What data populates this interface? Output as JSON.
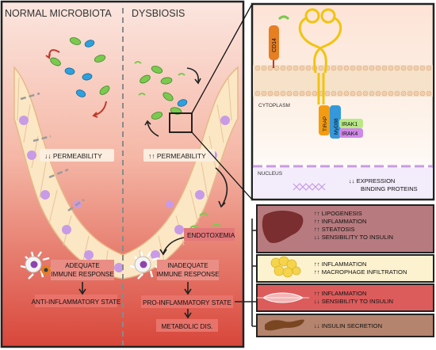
{
  "left_panel": {
    "header_normal": "NORMAL MICROBIOTA",
    "header_dysbiosis": "DYSBIOSIS",
    "normal_permeability": "↓↓ PERMEABILITY",
    "dysbiosis_permeability": "↑↑ PERMEABILITY",
    "endotoxemia": "ENDOTOXEMIA",
    "adequate_response": [
      "ADEQUATE",
      "IMMUNE RESPONSE"
    ],
    "inadequate_response": [
      "INADEQUATE",
      "IMMUNE RESPONSE"
    ],
    "anti_inflammatory": "ANTI-INFLAMMATORY STATE",
    "pro_inflammatory": "PRO-INFLAMMATORY STATE",
    "metabolic": "METABOLIC DIS."
  },
  "cell_panel": {
    "cd14": "CD14",
    "cytoplasm": "CYTOPLASM",
    "tirap": "TIRAP",
    "myd88": "MyD88",
    "irak1": "IRAK1",
    "irak4": "IRAK4",
    "nucleus": "NUCLEUS",
    "expression": [
      "↓↓ EXPRESSION",
      "BINDING PROTEINS"
    ]
  },
  "organs": [
    {
      "icon": "liver-icon",
      "lines": [
        "↑↑ LIPOGENESIS",
        "↑↑ INFLAMMATION",
        "↑↑ STEATOSIS",
        "↓↓ SENSIBILITY TO INSULIN"
      ],
      "bg": "#b77b7f"
    },
    {
      "icon": "adipose-icon",
      "lines": [
        "↑↑ INFLAMMATION",
        "↑↑ MACROPHAGE INFILTRATION"
      ],
      "bg": "#fdf2cf"
    },
    {
      "icon": "muscle-icon",
      "lines": [
        "↑↑ INFLAMMATION",
        "↓↓ SENSIBILITY TO INSULIN"
      ],
      "bg": "#dc5c5c"
    },
    {
      "icon": "pancreas-icon",
      "lines": [
        "↓↓ INSULIN SECRETION"
      ],
      "bg": "#b4846e"
    }
  ],
  "colors": {
    "gradient_top": "#fbe3dc",
    "gradient_bottom": "#d9473c",
    "cell_panel_top": "#fde0d3",
    "membrane": "#f1d2b3",
    "bacteria_green": "#7cc94f",
    "bacteria_blue": "#2fa0de",
    "nucleus_purple": "#c89be6"
  }
}
